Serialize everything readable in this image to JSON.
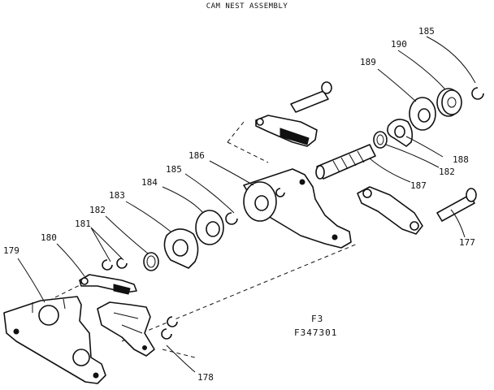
{
  "title": "CAM NEST ASSEMBLY",
  "caption_line1": "F3",
  "caption_line2": "F347301",
  "labels": {
    "p177": "177",
    "p178": "178",
    "p179": "179",
    "p180": "180",
    "p181": "181",
    "p182a": "182",
    "p182b": "182",
    "p183": "183",
    "p184": "184",
    "p185a": "185",
    "p185b": "185",
    "p186": "186",
    "p187": "187",
    "p188": "188",
    "p189": "189",
    "p190": "190"
  }
}
